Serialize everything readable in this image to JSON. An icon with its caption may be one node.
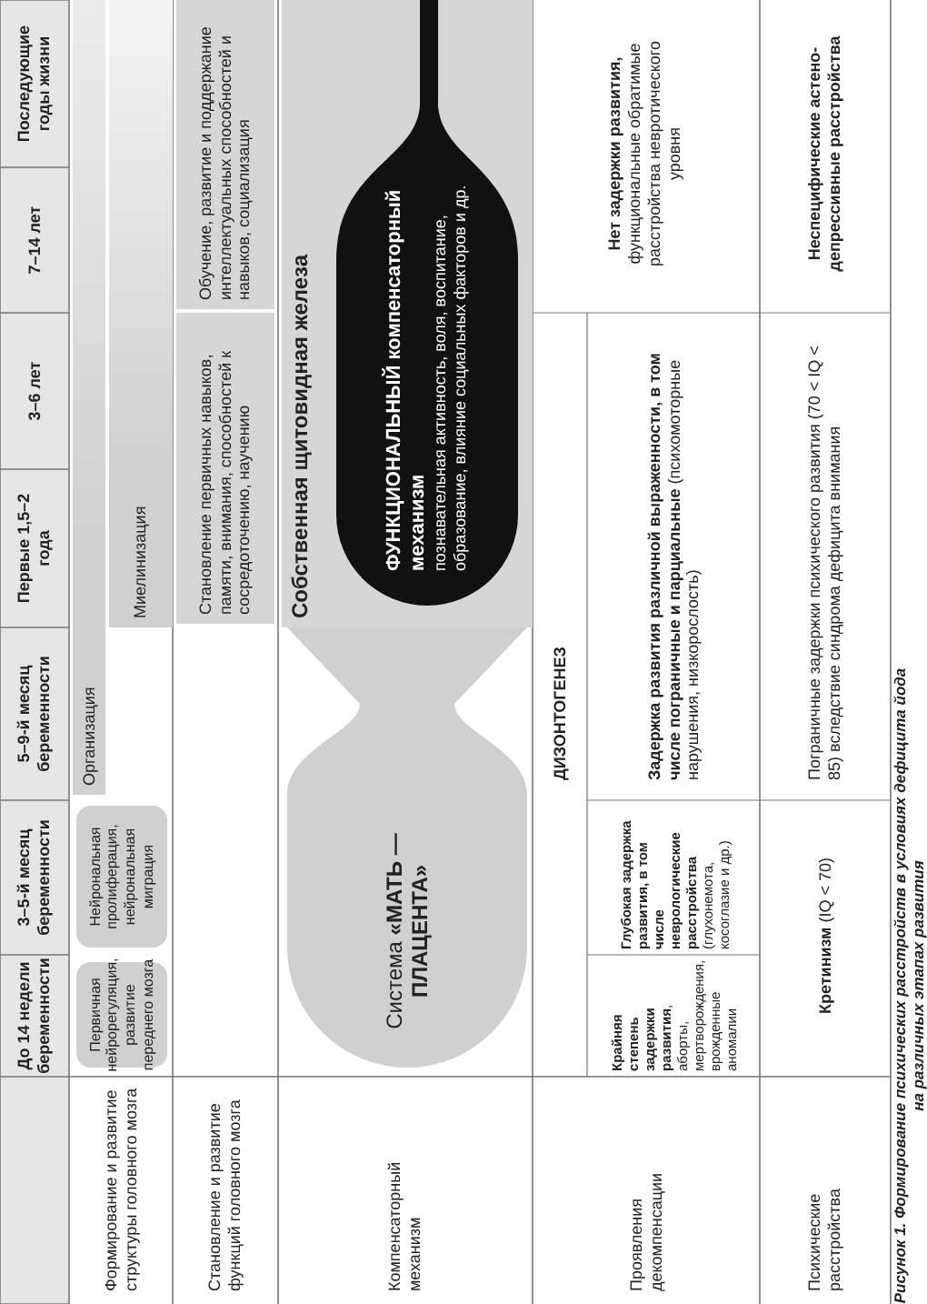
{
  "diagram": {
    "caption": "Рисунок 1. Формирование психических расстройств в условиях дефицита йода на различных этапах развития",
    "nodes": [
      {
        "text": [
          "Первичная нейрорегуляция, развитие переднего мозга"
        ]
      },
      {
        "text": [
          "Нейрональная пролиферация, нейрональная миграция"
        ]
      },
      {
        "text": [
          "Организация"
        ]
      },
      {
        "text": [
          "Миелинизация"
        ]
      },
      {
        "text": [
          "Становление первичных навыков, памяти, внимания, способностей к сосредоточению, научению"
        ]
      },
      {
        "text": [
          "Обучение, развитие и поддержание интеллектуальных способностей и навыков, социализация"
        ]
      },
      {
        "text": [
          "Система **«МАТЬ — ПЛАЦЕНТА»**"
        ]
      },
      {
        "text": [
          "Собственная щитовидная железа"
        ]
      },
      {
        "text": [
          "ФУНКЦИОНАЛЬНЫЙ компенсаторный механизм",
          "познавательная активность, воля, воспитание, образование, влияние социальных факторов и др."
        ],
        "in": 7
      }
    ],
    "labels": [
      "До 14 недели беременности",
      "3–5-й месяц беременности",
      "5–9-й месяц беременности",
      "Первые 1,5–2 года",
      "3–6 лет",
      "7–14 лет",
      "Последующие годы жизни",
      "Формирование и развитие структуры головного мозга",
      "Становление и развитие функций головного мозга",
      "Компенсаторный механизм",
      "Проявления декомпенсации",
      "ДИЗОНТОГЕНЕЗ",
      "**Крайняя степень задержки развития**, аборты, мертворождения, врожденные аномалии",
      "**Глубокая задержка развития, в том числе неврологические расстройства** (глухонемота, косоглазие и др.)",
      "**Задержка развития различной выраженности, в том числе пограничные и парциальные** (психомоторные нарушения, низкорослость)",
      "**Нет задержки развития,** функциональные обратимые расстройства невротического уровня",
      "Психические расстройства",
      "**Кретинизм** (IQ < 70)",
      "Пограничные задержки психического развития (70 < IQ < 85) вследствие синдрома дефицита внимания",
      "Неспецифические астено-депрессивные расстройства"
    ]
  }
}
